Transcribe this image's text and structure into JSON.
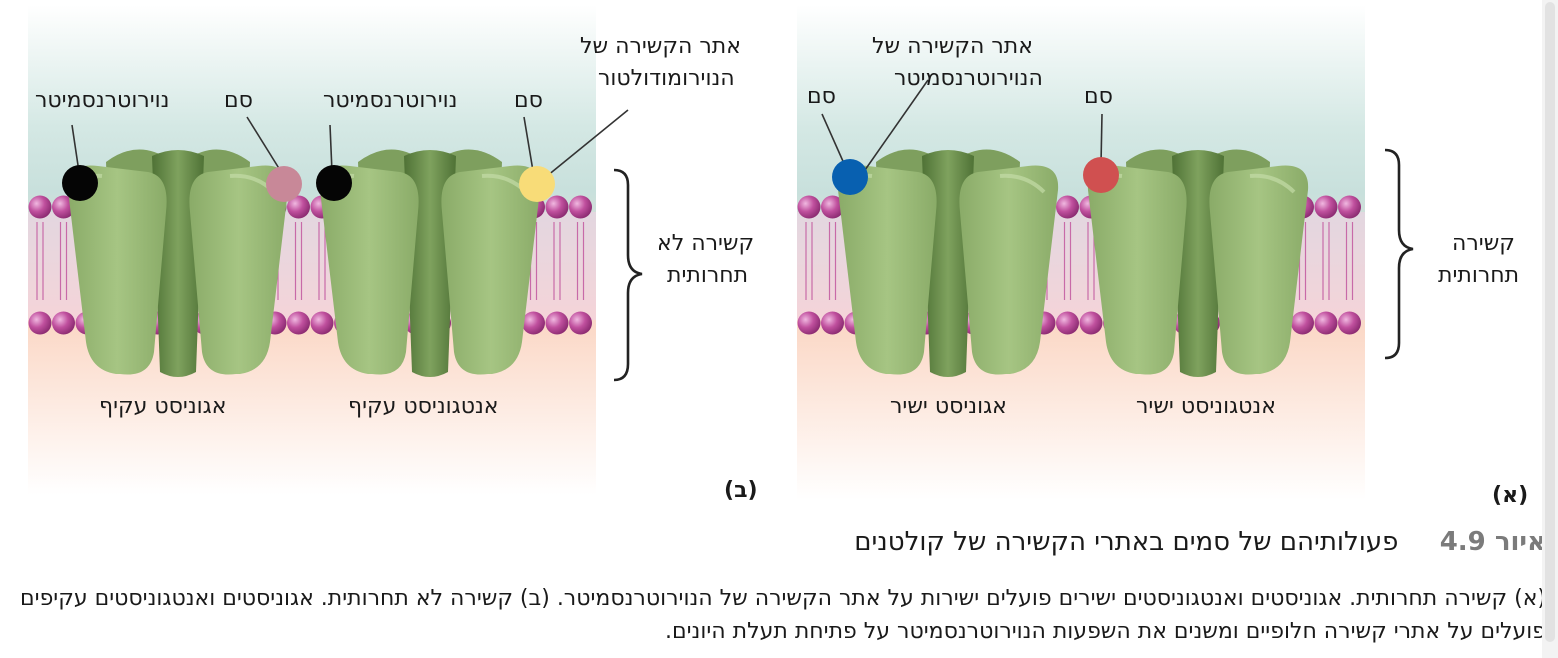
{
  "panel_b": {
    "letter": "(ב)",
    "labels": {
      "neurotransmitter_1": "נוירוטרנסמיטר",
      "drug_1": "סם",
      "neurotransmitter_2": "נוירוטרנסמיטר",
      "drug_2": "סם",
      "modulator_site_line1": "אתר הקשירה של",
      "modulator_site_line2": "הנוירומודולטור",
      "binding_line1": "קשירה לא",
      "binding_line2": "תחרותית",
      "receptor_left": "אגוניסט עקיף",
      "receptor_right": "אנטגוניסט עקיף"
    }
  },
  "panel_a": {
    "letter": "(א)",
    "labels": {
      "drug_left": "סם",
      "site_line1": "אתר הקשירה של",
      "site_line2": "הנוירוטרנסמיטר",
      "drug_right": "סם",
      "binding_line1": "קשירה",
      "binding_line2": "תחרותית",
      "receptor_left": "אגוניסט ישיר",
      "receptor_right": "אנטגוניסט ישיר"
    }
  },
  "caption": {
    "figure_number": "איור 4.9",
    "title": "פעולותיהם של סמים באתרי הקשירה של קולטנים",
    "body": "(א) קשירה תחרותית. אגוניסטים ואנטגוניסטים ישירים פועלים ישירות על אתר הקשירה של הנוירוטרנסמיטר. (ב) קשירה לא תחרותית. אגוניסטים ואנטגוניסטים עקיפים פועלים על אתרי קשירה חלופיים ומשנים את השפעות הנוירוטרנסמיטר על פתיחת תעלת היונים."
  },
  "colors": {
    "extracellular": "#d4e8e4",
    "intracellular": "#fbd9c8",
    "lipid_head": "#c0509e",
    "receptor": "#9cbc78",
    "neurotransmitter": "#000000",
    "drug_b_left": "#c88898",
    "modulator": "#f8dc78",
    "drug_a_left": "#0860b0",
    "drug_a_right": "#d05050",
    "figure_number": "#7b7b7b"
  }
}
